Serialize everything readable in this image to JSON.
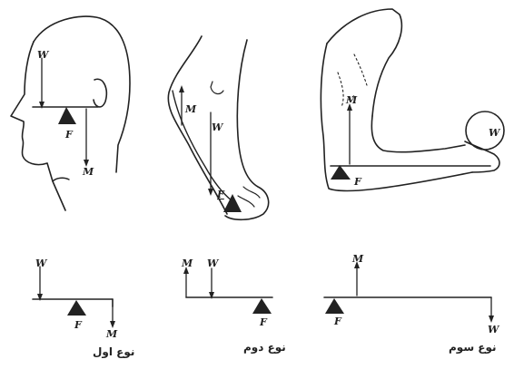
{
  "force_labels": {
    "weight": "W",
    "muscle": "M",
    "fulcrum": "F"
  },
  "foot_fulcrum_label": "F",
  "captions": {
    "first": "نوع اول",
    "second": "نوع دوم",
    "third": "نوع سوم"
  }
}
